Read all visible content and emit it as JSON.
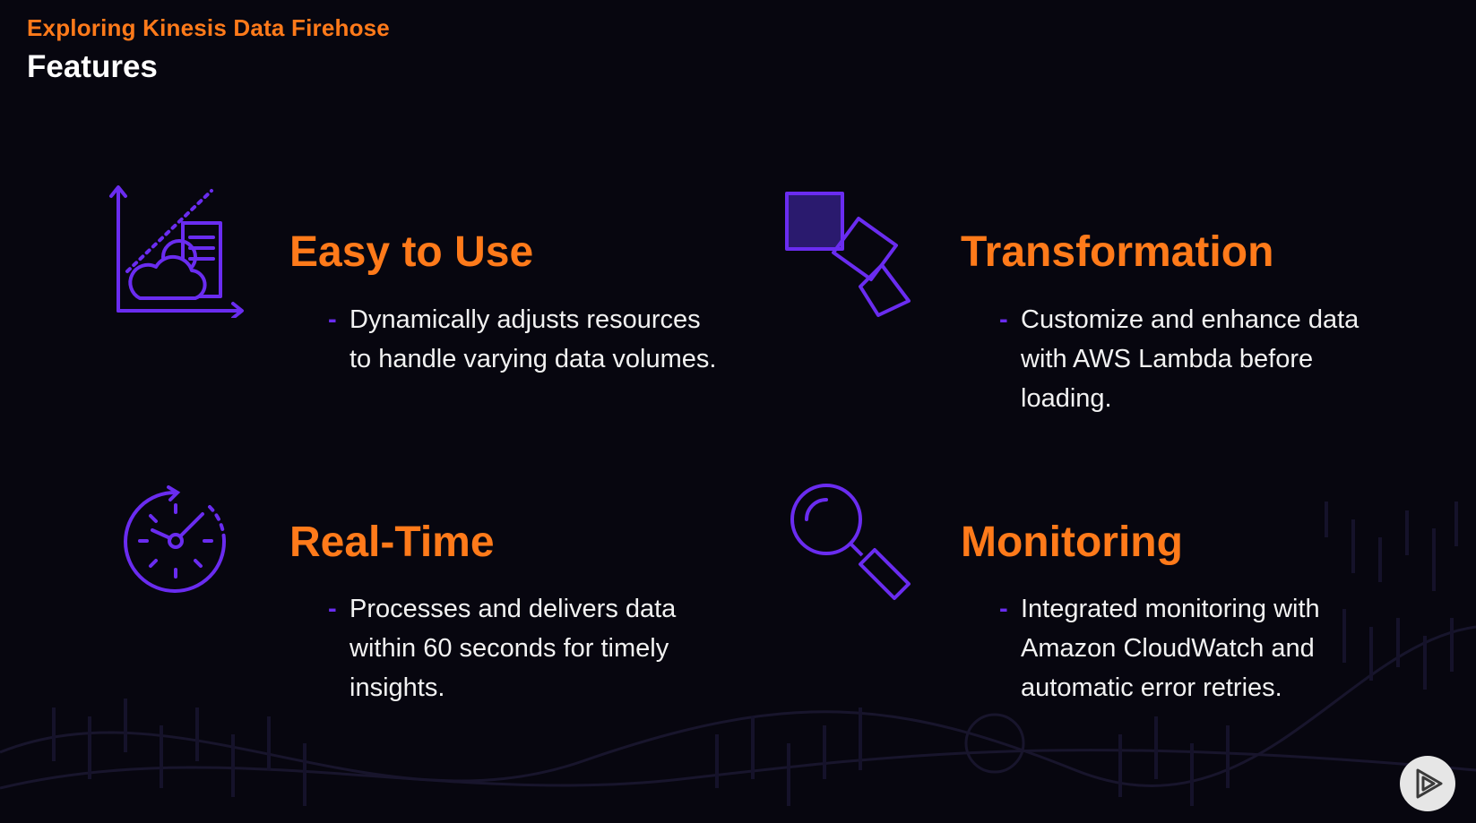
{
  "header": {
    "subtitle": "Exploring Kinesis Data Firehose",
    "title": "Features"
  },
  "features": [
    {
      "heading": "Easy to Use",
      "description": "Dynamically adjusts resources to handle varying data volumes.",
      "icon": "scaling-chart-cloud-icon"
    },
    {
      "heading": "Transformation",
      "description": "Customize and enhance data with AWS Lambda before loading.",
      "icon": "transform-squares-icon"
    },
    {
      "heading": "Real-Time",
      "description": "Processes and delivers data within 60 seconds for timely insights.",
      "icon": "stopwatch-icon"
    },
    {
      "heading": "Monitoring",
      "description": "Integrated monitoring with Amazon CloudWatch and automatic error retries.",
      "icon": "magnifier-icon"
    }
  ],
  "colors": {
    "background": "#07060f",
    "accent_orange": "#ff7a1a",
    "accent_purple": "#6a2cf0",
    "text": "#ffffff"
  },
  "player": {
    "icon": "play-logo-icon"
  }
}
